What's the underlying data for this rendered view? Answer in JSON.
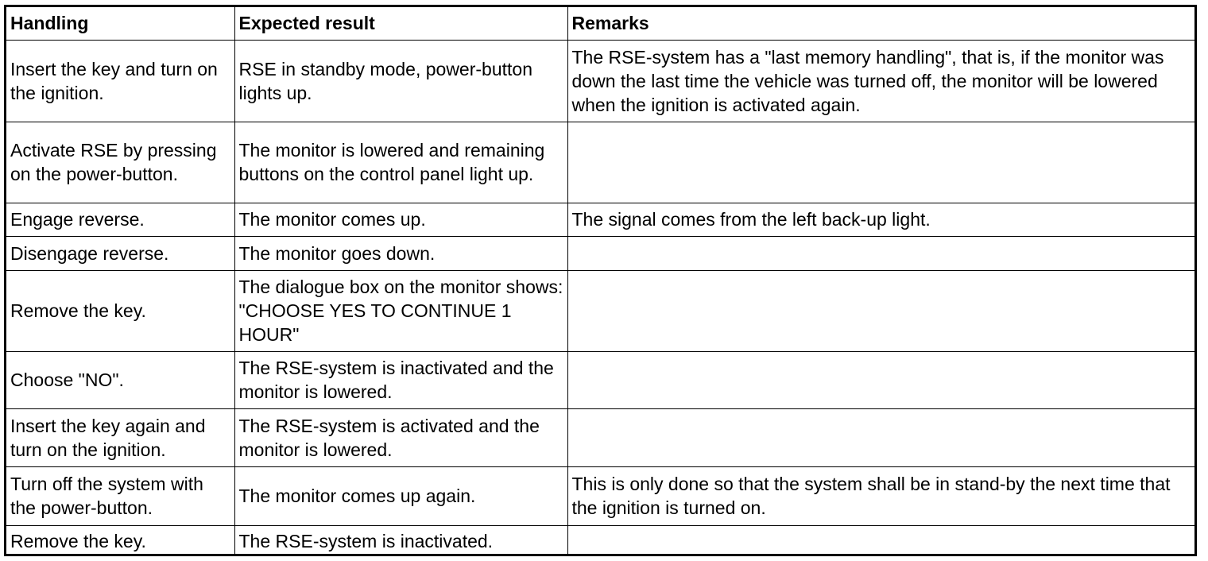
{
  "headers": {
    "handling": "Handling",
    "expected": "Expected result",
    "remarks": "Remarks"
  },
  "rows": [
    {
      "handling": "Insert the key and turn on the ignition.",
      "expected": "RSE in standby mode, power-button lights up.",
      "remarks": "The RSE-system has a \"last memory handling\", that is, if the monitor was down the last time the vehicle was turned off, the monitor will be lowered when the ignition is activated again."
    },
    {
      "handling": "Activate RSE by pressing on the power-button.",
      "expected": "The monitor is lowered and remaining buttons on the control panel light up.",
      "remarks": ""
    },
    {
      "handling": "Engage reverse.",
      "expected": "The monitor comes up.",
      "remarks": "The signal comes from the left back-up light."
    },
    {
      "handling": "Disengage reverse.",
      "expected": "The monitor goes down.",
      "remarks": ""
    },
    {
      "handling": "Remove the key.",
      "expected": "The dialogue box on the monitor shows: \"CHOOSE YES TO CONTINUE 1 HOUR\"",
      "remarks": ""
    },
    {
      "handling": "Choose \"NO\".",
      "expected": "The RSE-system is inactivated and the monitor is lowered.",
      "remarks": ""
    },
    {
      "handling": "Insert the key again and turn on the ignition.",
      "expected": "The RSE-system is activated and the monitor is lowered.",
      "remarks": ""
    },
    {
      "handling": "Turn off the system with the power-button.",
      "expected": "The monitor comes up again.",
      "remarks": "This is only done so that the system shall be in stand-by the next time that the ignition is turned on."
    },
    {
      "handling": "Remove the key.",
      "expected": "The RSE-system is inactivated.",
      "remarks": ""
    }
  ]
}
